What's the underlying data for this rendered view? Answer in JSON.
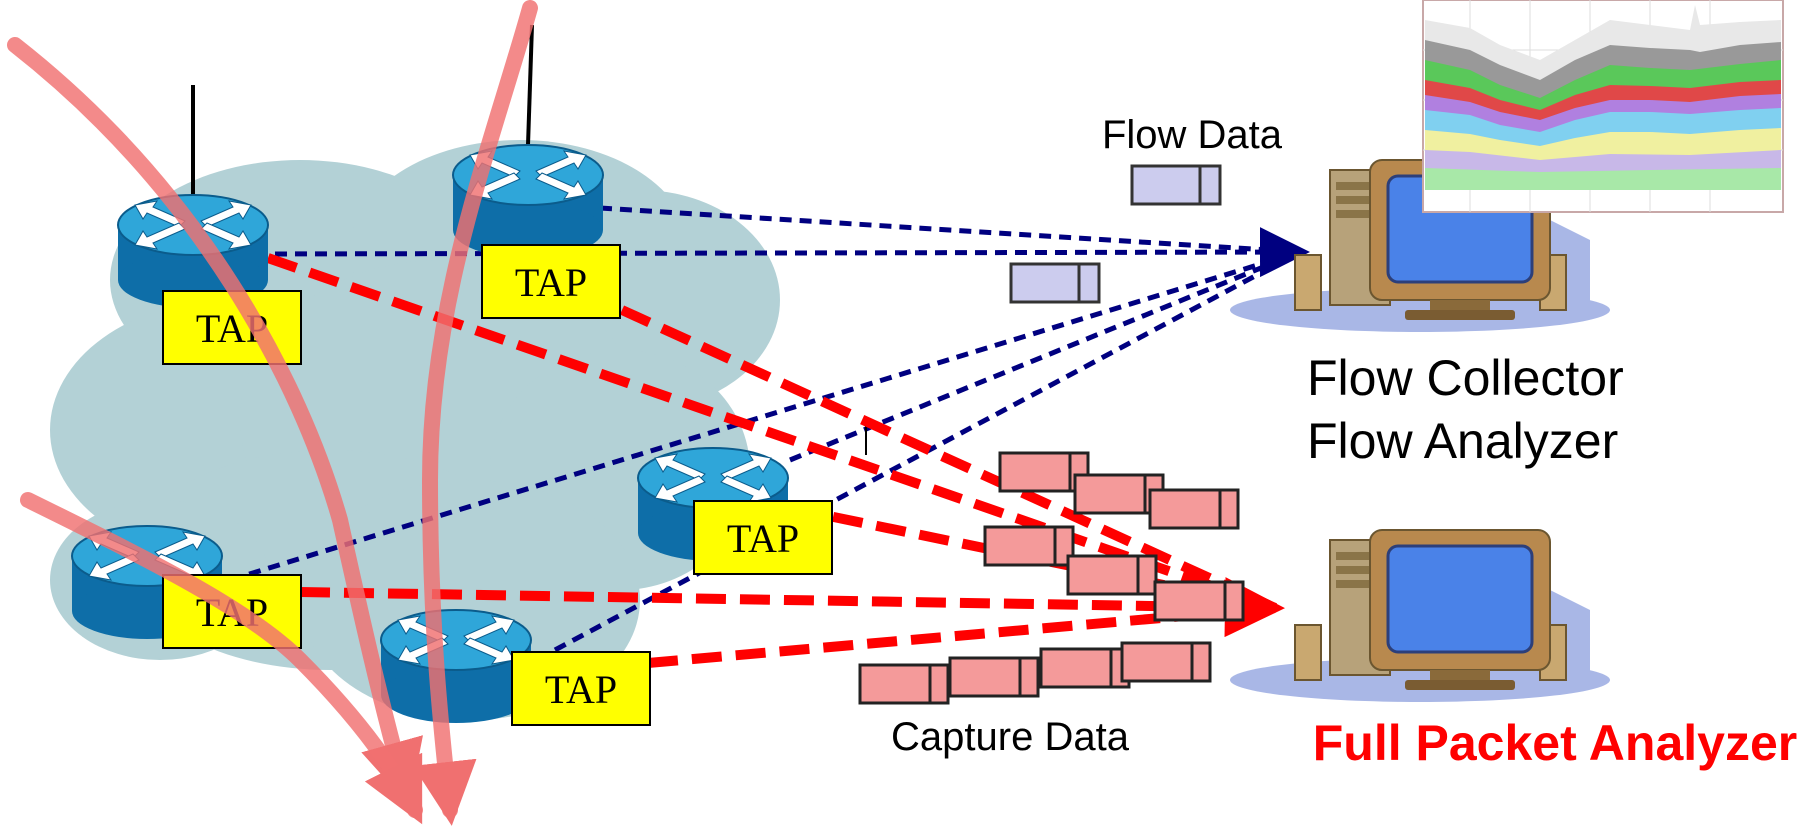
{
  "tap_label": "TAP",
  "labels": {
    "flow_data": "Flow Data",
    "capture_data": "Capture Data",
    "flow_collector": "Flow Collector",
    "flow_analyzer": "Flow Analyzer",
    "full_packet_analyzer": "Full Packet Analyzer"
  },
  "icons": {
    "router": "router-icon",
    "workstation": "workstation-icon",
    "tap": "tap-box",
    "flow_record": "flow-record-icon",
    "capture_packet": "capture-packet-icon",
    "traffic_graph": "traffic-graph-icon"
  },
  "colors": {
    "cloud": "#b3d1d6",
    "router_top": "#2fa6d9",
    "router_side": "#0e6ea8",
    "tap_fill": "#ffff00",
    "flow_line": "#000080",
    "capture_line": "#ff0000",
    "traffic_arrow": "#f07070",
    "flow_record_fill": "#ccccee",
    "capture_packet_fill": "#f49a9a",
    "full_packet_label": "#ff0000",
    "monitor_screen": "#4a82e8",
    "monitor_body": "#b8894e"
  }
}
